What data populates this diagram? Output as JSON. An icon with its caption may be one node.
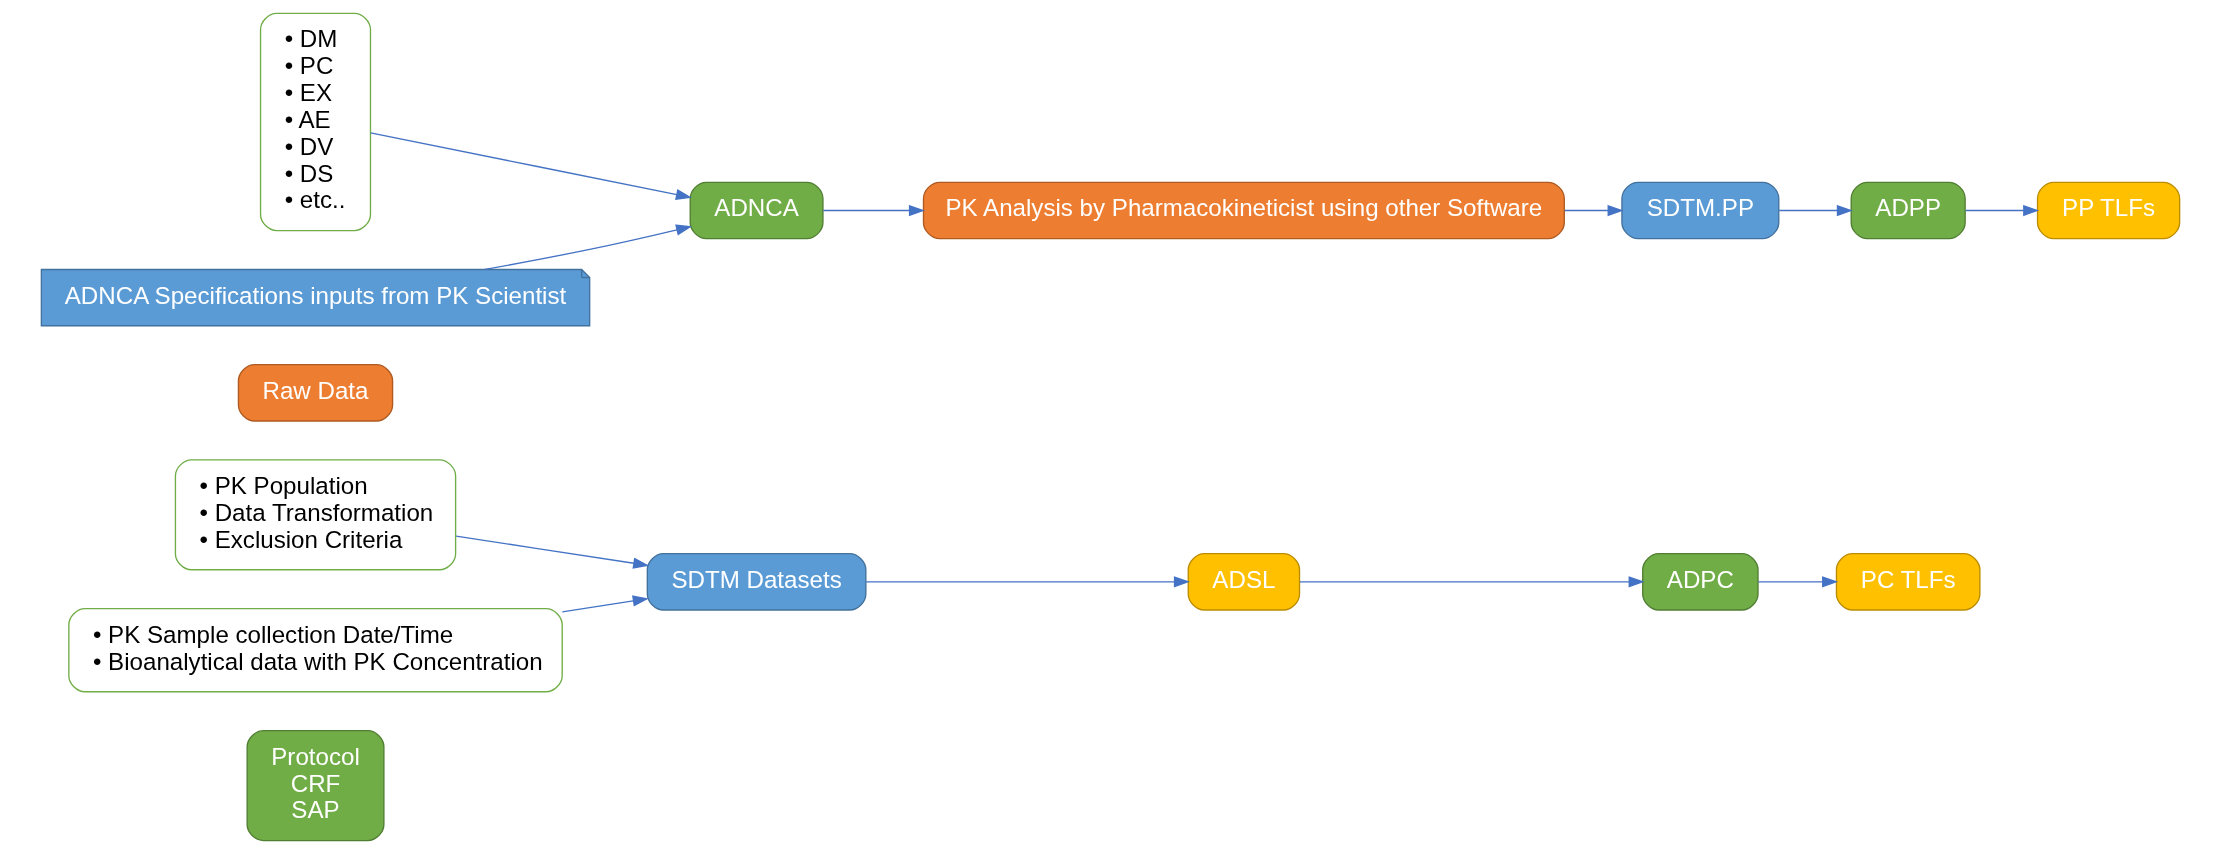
{
  "diagram": {
    "nodes": [
      {
        "text": [
          "Protocol",
          "CRF",
          "SAP"
        ]
      },
      {
        "text": [
          "• PK Population",
          "• Data Transformation",
          "• Exclusion Criteria"
        ]
      },
      {
        "text": [
          "ADSL"
        ]
      },
      {
        "text": [
          "PC TLFs"
        ]
      },
      {
        "text": [
          "ADPC"
        ]
      },
      {
        "text": [
          "SDTM Datasets"
        ]
      },
      {
        "text": [
          "Raw Data"
        ]
      },
      {
        "text": [
          "• PK Sample collection Date/Time",
          "• Bioanalytical data with PK Concentration"
        ]
      },
      {
        "text": [
          "• DM",
          "• PC",
          "• EX",
          "• AE",
          "• DV",
          "• DS",
          "• etc.."
        ]
      },
      {
        "text": [
          "ADNCA"
        ]
      },
      {
        "text": [
          "PK Analysis by Pharmacokineticist using other Software"
        ]
      },
      {
        "text": [
          "SDTM.PP"
        ]
      },
      {
        "text": [
          "ADNCA Specifications inputs from PK Scientist"
        ]
      },
      {
        "text": [
          "ADPP"
        ]
      },
      {
        "text": [
          "PP TLFs"
        ]
      }
    ],
    "edges": [
      {
        "from": 1,
        "to": 5,
        "arrow": "to"
      },
      {
        "from": 7,
        "to": 5,
        "arrow": "to"
      },
      {
        "from": 5,
        "to": 2,
        "arrow": "to"
      },
      {
        "from": 2,
        "to": 4,
        "arrow": "to"
      },
      {
        "from": 4,
        "to": 3,
        "arrow": "to"
      },
      {
        "from": 8,
        "to": 9,
        "arrow": "to"
      },
      {
        "from": 12,
        "to": 9,
        "arrow": "to"
      },
      {
        "from": 9,
        "to": 10,
        "arrow": "to"
      },
      {
        "from": 10,
        "to": 11,
        "arrow": "to"
      },
      {
        "from": 11,
        "to": 13,
        "arrow": "to"
      },
      {
        "from": 13,
        "to": 14,
        "arrow": "to"
      }
    ]
  }
}
